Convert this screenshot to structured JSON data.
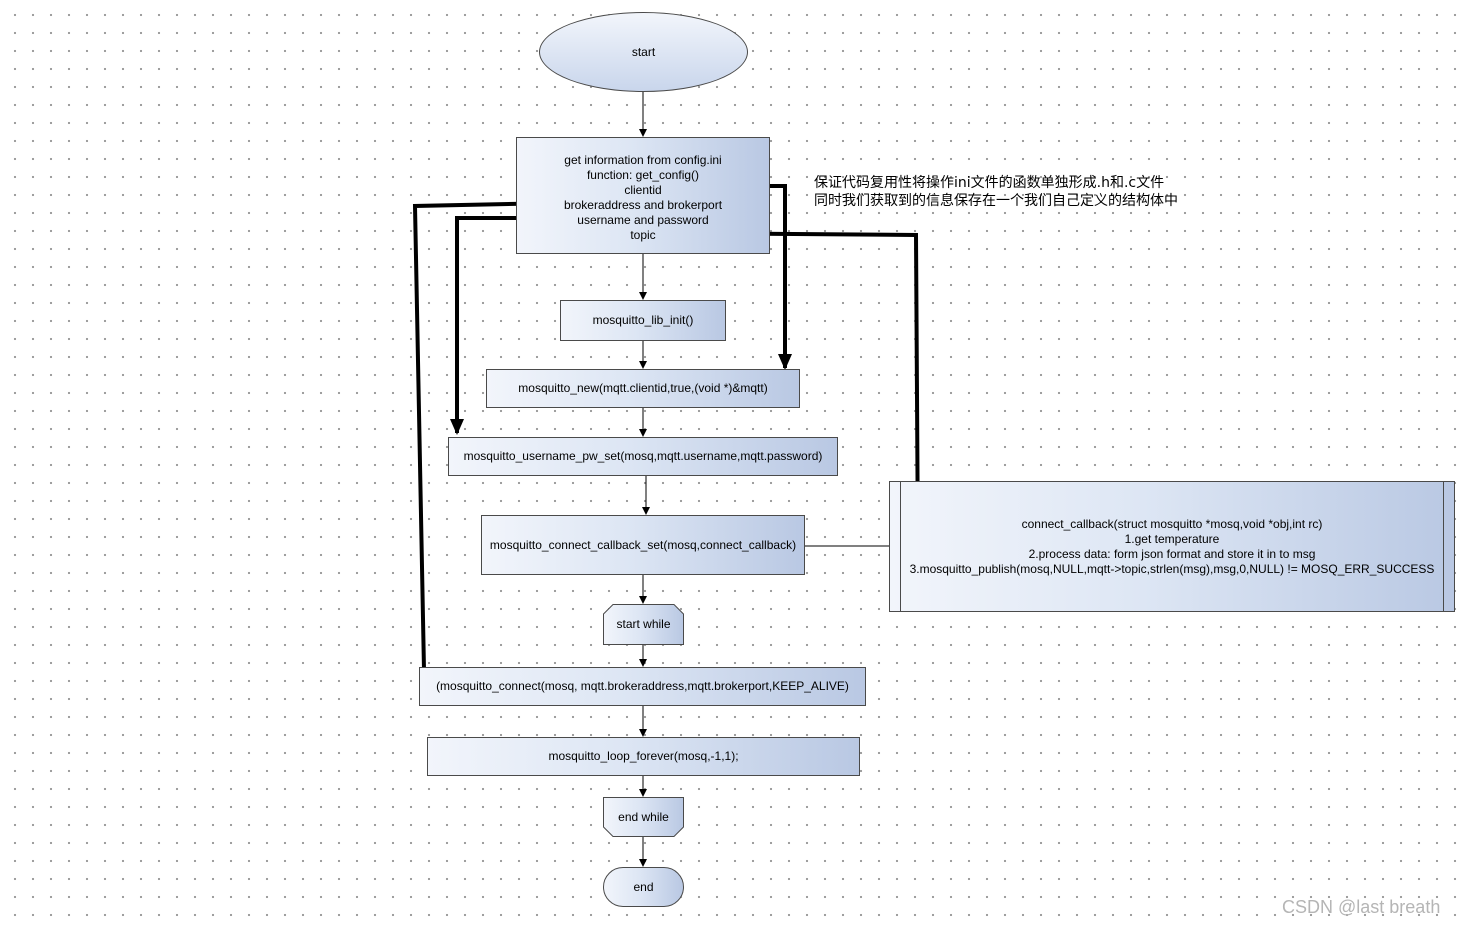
{
  "nodes": {
    "start": "start",
    "get_config": [
      "get information from config.ini",
      "function: get_config()",
      "clientid",
      "brokeraddress and brokerport",
      "username and password",
      "topic"
    ],
    "lib_init": "mosquitto_lib_init()",
    "new": "mosquitto_new(mqtt.clientid,true,(void *)&mqtt)",
    "username_pw_set": "mosquitto_username_pw_set(mosq,mqtt.username,mqtt.password)",
    "connect_callback_set": "mosquitto_connect_callback_set(mosq,connect_callback)",
    "start_while": "start while",
    "connect": "(mosquitto_connect(mosq, mqtt.brokeraddress,mqtt.brokerport,KEEP_ALIVE)",
    "loop_forever": "mosquitto_loop_forever(mosq,-1,1);",
    "end_while": "end while",
    "end": "end",
    "callback": [
      "connect_callback(struct mosquitto *mosq,void *obj,int rc)",
      "1.get temperature",
      "2.process data: form json format and store it in to msg",
      "3.mosquitto_publish(mosq,NULL,mqtt->topic,strlen(msg),msg,0,NULL) != MOSQ_ERR_SUCCESS"
    ]
  },
  "annotation": [
    "保证代码复用性将操作ini文件的函数单独形成.h和.c文件",
    "同时我们获取到的信息保存在一个我们自己定义的结构体中"
  ],
  "watermark": "CSDN @last breath",
  "colors": {
    "node_light": "#f2f5fb",
    "node_dark": "#b9c8e3",
    "border": "#4a4a4a",
    "thick_line": "#000000"
  }
}
